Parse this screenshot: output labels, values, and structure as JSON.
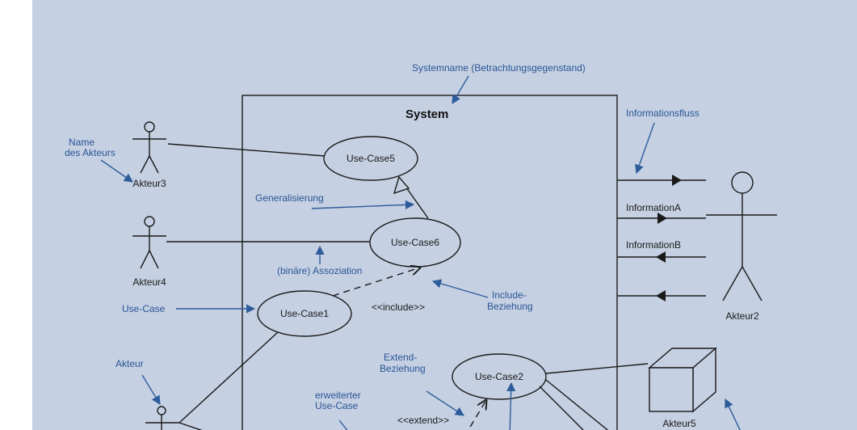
{
  "system": {
    "title": "System",
    "name_annotation": "Systemname (Betrachtungsgegenstand)"
  },
  "use_cases": {
    "uc5": "Use-Case5",
    "uc6": "Use-Case6",
    "uc1": "Use-Case1",
    "uc2": "Use-Case2"
  },
  "actors": {
    "a3": "Akteur3",
    "a4": "Akteur4",
    "a2": "Akteur2",
    "a5": "Akteur5"
  },
  "annotations": {
    "actor_name_line1": "Name",
    "actor_name_line2": "des Akteurs",
    "generalization": "Generalisierung",
    "binary_association": "(binäre) Assoziation",
    "include_line1": "Include-",
    "include_line2": "Beziehung",
    "use_case": "Use-Case",
    "actor": "Akteur",
    "extend_line1": "Extend-",
    "extend_line2": "Beziehung",
    "extended_uc_line1": "erweiterter",
    "extended_uc_line2": "Use-Case",
    "information_flow": "Informationsfluss"
  },
  "stereotypes": {
    "include": "<<include>>",
    "extend": "<<extend>>"
  },
  "flows": {
    "info_a": "InformationA",
    "info_b": "InformationB"
  },
  "colors": {
    "background": "#c5d0e2",
    "annotation_blue": "#2a5596",
    "line": "#1a1a1a"
  }
}
